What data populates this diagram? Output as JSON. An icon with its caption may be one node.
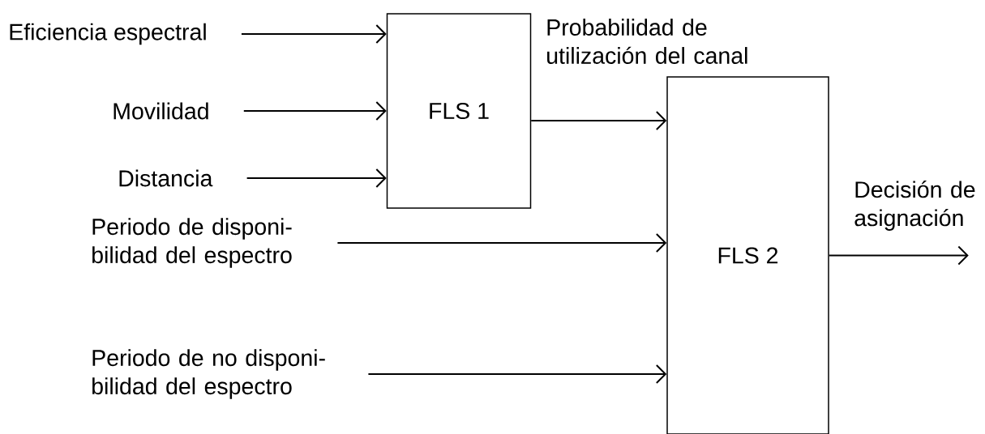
{
  "diagram": {
    "nodes": [
      {
        "text": [
          "Eficiencia espectral"
        ]
      },
      {
        "text": [
          "Movilidad"
        ]
      },
      {
        "text": [
          "Distancia"
        ]
      },
      {
        "text": [
          "FLS 1"
        ]
      },
      {
        "text": [
          "Periodo de disponi- bilidad del espectro"
        ]
      },
      {
        "text": [
          "Periodo de no  disponi- bilidad del espectro"
        ]
      },
      {
        "text": [
          "FLS 2"
        ]
      }
    ],
    "edges": [
      {
        "from": 0,
        "to": 3,
        "arrow": "to"
      },
      {
        "from": 1,
        "to": 3,
        "arrow": "to"
      },
      {
        "from": 2,
        "to": 3,
        "arrow": "to"
      },
      {
        "from": 3,
        "to": 6,
        "arrow": "to",
        "label": "Probabilidad de utilización del canal"
      },
      {
        "from": 4,
        "to": 6,
        "arrow": "to"
      },
      {
        "from": 5,
        "to": 6,
        "arrow": "to"
      },
      {
        "from": 6,
        "to": null,
        "arrow": "to",
        "label": "Decisión de asignación"
      }
    ]
  }
}
